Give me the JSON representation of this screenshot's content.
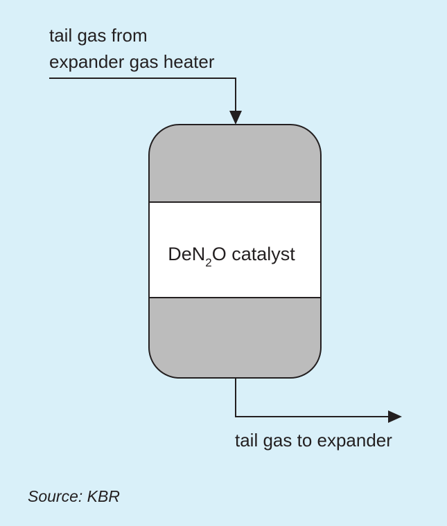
{
  "diagram": {
    "inlet_label_line1": "tail gas from",
    "inlet_label_line2": "expander gas heater",
    "catalyst_label_main": "DeN",
    "catalyst_label_sub": "2",
    "catalyst_label_rest": "O catalyst",
    "outlet_label": "tail gas to expander",
    "source": "Source: KBR"
  },
  "colors": {
    "background": "#d9f0f9",
    "vessel_end": "#bcbcbc",
    "catalyst_bed": "#ffffff",
    "stroke": "#231f20"
  }
}
